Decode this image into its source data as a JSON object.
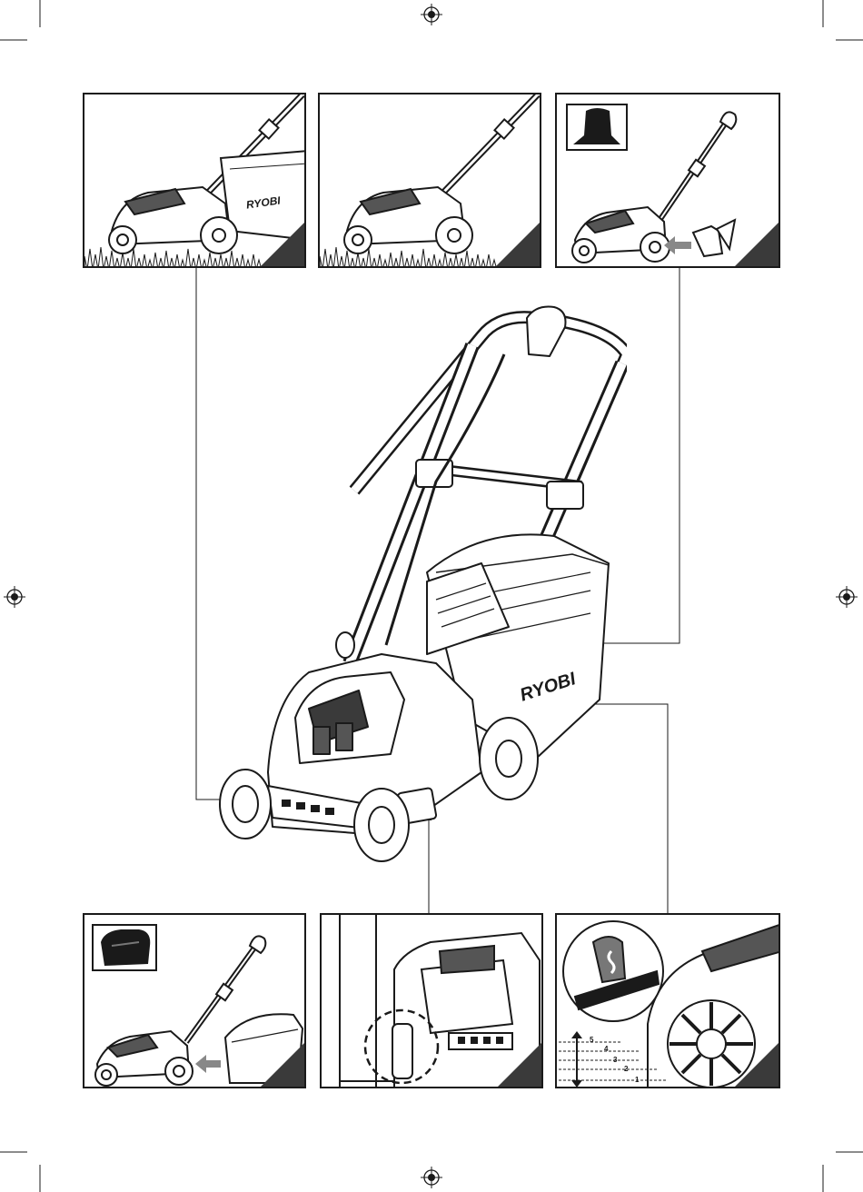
{
  "brand": {
    "logo_text": "RYOBI"
  },
  "height_scale": {
    "levels": [
      "5",
      "4",
      "3",
      "2",
      "1"
    ]
  },
  "colors": {
    "line": "#1a1a1a",
    "shade": "#3a3a3a",
    "paper": "#ffffff"
  },
  "icons": {
    "registration": "crosshair-target-icon",
    "grass_bag": "grass-catcher-icon",
    "battery": "battery-pack-icon",
    "mulch_plug": "mulch-plug-icon"
  }
}
